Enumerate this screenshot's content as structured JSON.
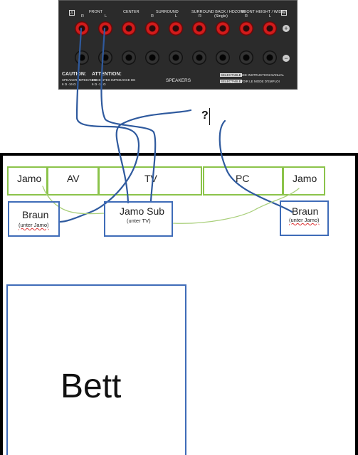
{
  "receiver": {
    "zone_a": "A",
    "zone_b": "B",
    "groups": {
      "front": "FRONT",
      "center": "CENTER",
      "surround": "SURROUND",
      "surround_back": "SURROUND BACK / HDZONE",
      "surround_back_sub": "(Single)",
      "front_height": "FRONT HEIGHT / WIDE /"
    },
    "channel_r": "R",
    "channel_l": "L",
    "plus": "+",
    "minus": "−",
    "caution_title": "CAUTION:",
    "caution_text1": "SPEAKER IMPEDANCE",
    "caution_text2": "6 Ω -16 Ω",
    "attention_title": "ATTENTION:",
    "attention_text1": "ENCEINTES IMPEDANCE DE",
    "attention_text2": "6 Ω -16 Ω",
    "speakers_label": "SPEAKERS",
    "selectable_1": "SELECTABLE",
    "selectable_1_text": "SEE INSTRUCTION MANUAL",
    "selectable_2": "SELECTABLE",
    "selectable_2_text": "VOIR LE MODE D'EMPLOI"
  },
  "question_mark": "?",
  "room": {
    "furniture": {
      "jamo_left": "Jamo",
      "av": "AV",
      "tv": "TV",
      "pc": "PC",
      "jamo_right": "Jamo"
    },
    "speakers": {
      "braun_left": "Braun",
      "braun_left_note": "(unter Jamo)",
      "jamo_sub": "Jamo Sub",
      "jamo_sub_note": "(unter TV)",
      "braun_right": "Braun",
      "braun_right_note": "(unter Jamo)"
    },
    "bed": "Bett"
  },
  "colors": {
    "wire_speaker": "#2f5a9e",
    "wire_green": "#a9cf7a",
    "furniture_border": "#8bc34a",
    "speaker_border": "#3f6cb8"
  }
}
